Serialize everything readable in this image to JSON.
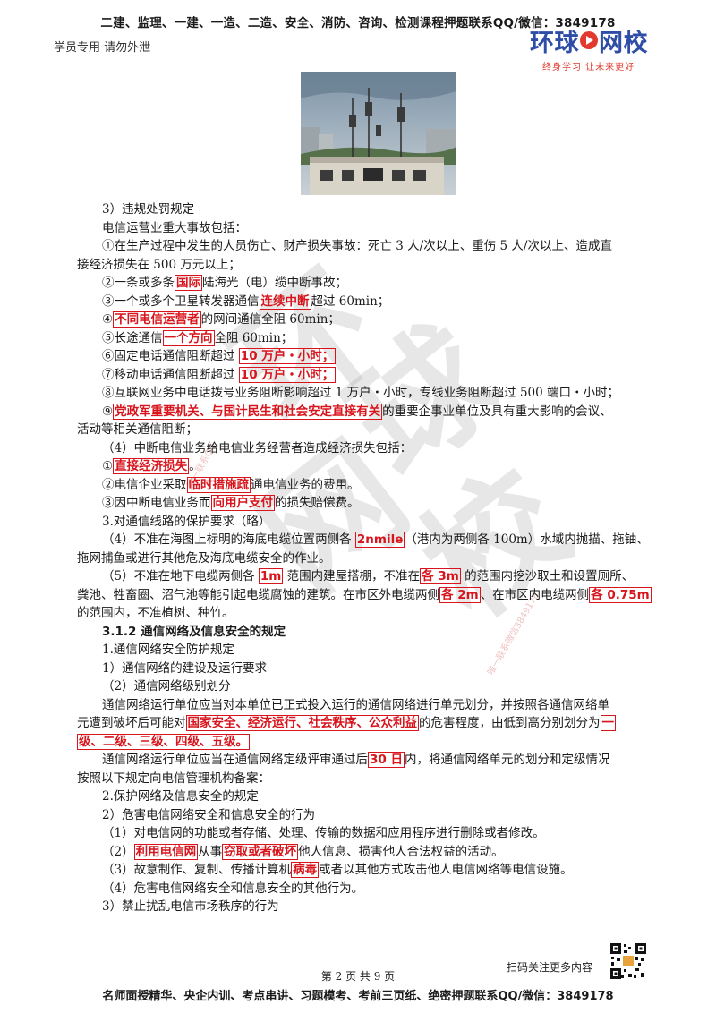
{
  "header": {
    "banner": "二建、监理、一建、一造、二造、安全、消防、咨询、检测课程押题联系QQ/微信：3849178",
    "student_note": "学员专用 请勿外泄",
    "logo_left": "环球",
    "logo_right": "网校",
    "logo_slogan": "终身学习 让未来更好"
  },
  "body": {
    "l01": "3）违规处罚规定",
    "l02": "电信运营业重大事故包括：",
    "l03": "①在生产过程中发生的人员伤亡、财产损失事故：死亡 3 人/次以上、重伤 5 人/次以上、造成直",
    "l04": "接经济损失在 500 万元以上；",
    "l05a": "②一条或多条",
    "l05h": "国际",
    "l05b": "陆海光（电）缆中断事故；",
    "l06a": "③一个或多个卫星转发器通信",
    "l06h": "连续中断",
    "l06b": "超过 60min；",
    "l07a": "④",
    "l07h": "不同电信运营者",
    "l07b": "的网间通信全阻 60min；",
    "l08a": "⑤长途通信",
    "l08h": "一个方向",
    "l08b": "全阻 60min；",
    "l09a": "⑥固定电话通信阻断超过 ",
    "l09h": "10 万户・小时；",
    "l10a": "⑦移动电话通信阻断超过 ",
    "l10h": "10 万户・小时；",
    "l11": "⑧互联网业务中电话拨号业务阻断影响超过 1 万户・小时，专线业务阻断超过 500 端口・小时；",
    "l12a": "⑨",
    "l12h": "党政军重要机关、与国计民生和社会安定直接有关",
    "l12b": "的重要企事业单位及具有重大影响的会议、",
    "l13": "活动等相关通信阻断；",
    "l14": "（4）中断电信业务给电信业务经营者造成经济损失包括：",
    "l15a": "①",
    "l15h": "直接经济损失",
    "l15b": "。",
    "l16a": "②电信企业采取",
    "l16h": "临时措施疏",
    "l16b": "通电信业务的费用。",
    "l17a": "③因中断电信业务而",
    "l17h": "向用户支付",
    "l17b": "的损失赔偿费。",
    "l18": "3.对通信线路的保护要求（略）",
    "l19a": "（4）不准在海图上标明的海底电缆位置两侧各 ",
    "l19h": "2nmile",
    "l19b": "（港内为两侧各 100m）水域内抛描、拖铀、",
    "l20": "拖网捕鱼或进行其他危及海底电缆安全的作业。",
    "l21a": "（5）不准在地下电缆两侧各 ",
    "l21h1": "1m",
    "l21b": " 范围内建屋搭棚，不准在",
    "l21h2": "各 3m",
    "l21c": " 的范围内挖沙取土和设置厕所、",
    "l22a": "粪池、牲畜圈、沼气池等能引起电缆腐蚀的建筑。在市区外电缆两侧",
    "l22h1": "各 2m",
    "l22b": "、在市区内电缆两侧",
    "l22h2": "各 0.75m",
    "l23": "的范围内，不准植树、种竹。",
    "l24": "3.1.2 通信网络及信息安全的规定",
    "l25": "1.通信网络安全防护规定",
    "l26": "1）通信网络的建设及运行要求",
    "l27": "（2）通信网络级别划分",
    "l28": "通信网络运行单位应当对本单位已正式投入运行的通信网络进行单元划分，并按照各通信网络单",
    "l29a": "元遭到破坏后可能对",
    "l29h1": "国家安全、经济运行、社会秩序、公众利益",
    "l29b": "的危害程度，由低到高分别划分为",
    "l29h2": "一",
    "l30h": "级、二级、三级、四级、五级。",
    "l31a": "通信网络运行单位应当在通信网络定级评审通过后",
    "l31h": "30 日",
    "l31b": "内，将通信网络单元的划分和定级情况",
    "l32": "按照以下规定向电信管理机构备案：",
    "l33": "2.保护网络及信息安全的规定",
    "l34": "2）危害电信网络安全和信息安全的行为",
    "l35": "（1）对电信网的功能或者存储、处理、传输的数据和应用程序进行删除或者修改。",
    "l36a": "（2）",
    "l36h1": "利用电信网",
    "l36b": "从事",
    "l36h2": "窃取或者破坏",
    "l36c": "他人信息、损害他人合法权益的活动。",
    "l37a": "（3）故意制作、复制、传播计算机",
    "l37h": "病毒",
    "l37b": "或者以其他方式攻击他人电信网络等电信设施。",
    "l38": "（4）危害电信网络安全和信息安全的其他行为。",
    "l39": "3）禁止扰乱电信市场秩序的行为"
  },
  "watermark": {
    "text1": "环",
    "text2": "球",
    "text3": "网",
    "text4": "校",
    "small1": "唯一联系QQ",
    "small2": "唯一联系微信3849178"
  },
  "footer": {
    "scan_text": "扫码关注更多内容",
    "page_num": "第 2 页 共 9 页",
    "banner": "名师面授精华、央企内训、考点串讲、习题模考、考前三页纸、绝密押题联系QQ/微信：3849178"
  },
  "colors": {
    "highlight": "#d8141c",
    "logo_blue": "#2e4da7",
    "logo_red": "#e23a2f"
  }
}
